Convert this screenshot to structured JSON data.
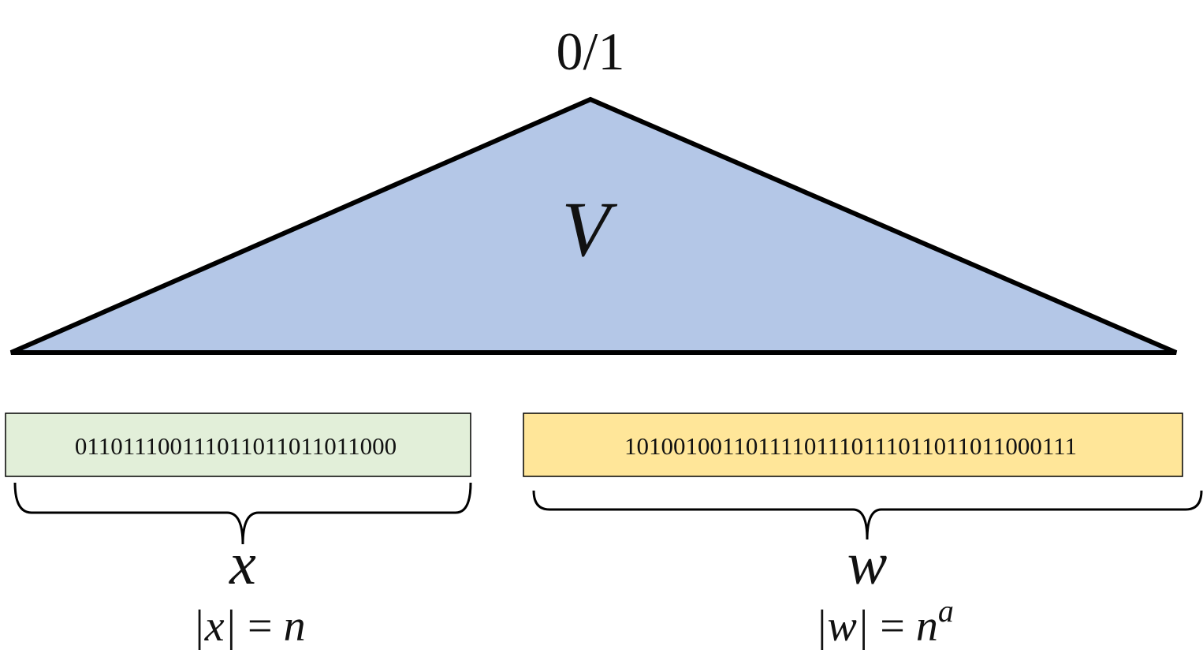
{
  "verifier": {
    "label": "V",
    "output_label": "0/1",
    "fill_color": "#b4c7e7",
    "stroke_color": "#000000"
  },
  "input_x": {
    "bits": "011011100111011011011011000",
    "fill_color": "#e2efd9",
    "variable": "x",
    "length_lhs": "|x|",
    "equals": "=",
    "length_rhs": "n"
  },
  "witness_w": {
    "bits": "10100100110111101110111011011011000111",
    "fill_color": "#ffe699",
    "variable": "w",
    "length_lhs": "|w|",
    "equals": "=",
    "length_rhs": "n",
    "exponent": "a"
  }
}
